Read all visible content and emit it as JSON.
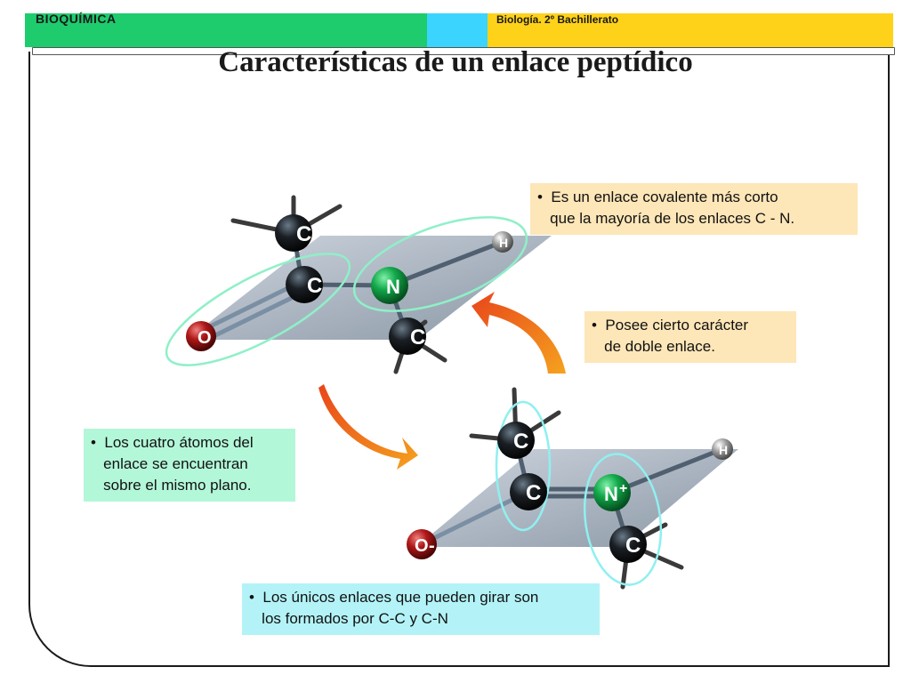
{
  "header": {
    "left_label": "BIOQUÍMICA",
    "right_label": "Biología. 2º Bachillerato",
    "colors": {
      "green": "#1ecc6e",
      "cyan": "#3ad4ff",
      "yellow": "#ffd21a"
    }
  },
  "title": "Características de un enlace peptídico",
  "notes": {
    "covalent": {
      "line1": "•  Es un enlace covalente más corto",
      "line2": "   que la mayoría de los enlaces C - N."
    },
    "double": {
      "line1": "•  Posee cierto carácter",
      "line2": "   de doble enlace."
    },
    "plane": {
      "line1": "•  Los cuatro átomos del",
      "line2": "   enlace se encuentran",
      "line3": "   sobre el mismo plano."
    },
    "rotation": {
      "line1": "•  Los únicos enlaces que pueden girar son",
      "line2": "   los formados por C-C y C-N"
    }
  },
  "molecule_top": {
    "atoms": [
      "C",
      "C",
      "N",
      "C",
      "O",
      "H"
    ]
  },
  "molecule_bottom": {
    "atoms": [
      "C",
      "C",
      "N+",
      "C",
      "O-",
      "H"
    ]
  },
  "atom_labels": {
    "c": "C",
    "n": "N",
    "o": "O",
    "h": "H",
    "n_plus": "N",
    "o_minus": "O",
    "plus": "+",
    "minus": "-"
  },
  "colors": {
    "carbon": "#111111",
    "nitrogen": "#12a84a",
    "oxygen": "#b01818",
    "hydrogen": "#8a8a8a",
    "plane": "#9aa8b8",
    "arrow": "#f07a1a",
    "ellipse": "#8ff0c8"
  }
}
